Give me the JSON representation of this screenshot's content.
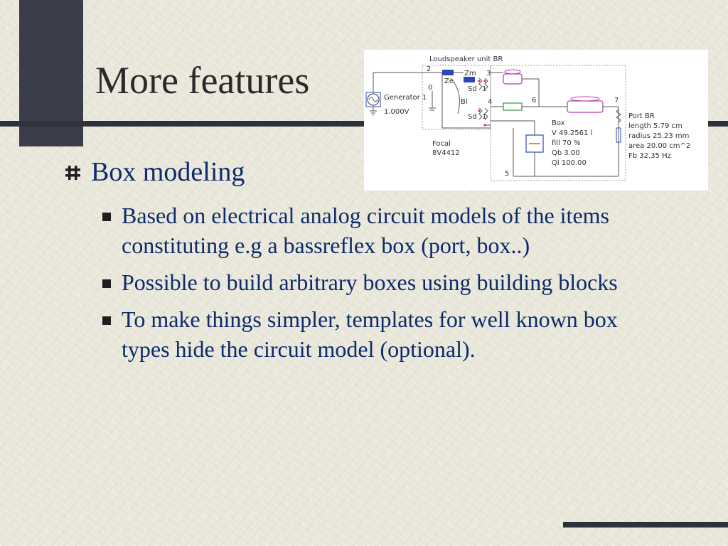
{
  "slide": {
    "title": "More features",
    "level1": {
      "text": "Box modeling",
      "bullet_icon": "hash-bullet-icon"
    },
    "sub_items": [
      "Based on electrical analog circuit models of the items constituting e.g a bassreflex box (port, box..)",
      "Possible to build arbitrary boxes using building blocks",
      "To make things simpler, templates for well known box types hide the circuit model (optional)."
    ]
  },
  "circuit": {
    "title": "Loudspeaker unit BR",
    "generator_name": "Generator 1",
    "generator_voltage": "1.000V",
    "driver_brand": "Focal",
    "driver_model": "8V4412",
    "labels": {
      "ze": "Ze",
      "zm": "Zm",
      "sd1": "Sd",
      "sd2": "Sd",
      "bl": "Bl",
      "one_a": "1",
      "one_b": "1"
    },
    "nodes": {
      "n0": "0",
      "n2": "2",
      "n3": "3",
      "n4": "4",
      "n5": "5",
      "n6": "6",
      "n7": "7"
    },
    "box": {
      "title": "Box",
      "lines": [
        "V  49.2561  l",
        "fill        70  %",
        "Qb      3.00",
        "Ql   100.00"
      ]
    },
    "port": {
      "title": "Port BR",
      "lines": [
        "length   5.79  cm",
        "radius  25.23  mm",
        "area    20.00  cm^2",
        "Fb       32.35  Hz"
      ]
    }
  },
  "colors": {
    "title": "#2a2a2a",
    "body_text": "#0d2a6b",
    "dark_bar": "#3b3e4a",
    "element_purple": "#b23ab2",
    "element_green": "#2e9a3a",
    "element_blue": "#2848b8"
  }
}
